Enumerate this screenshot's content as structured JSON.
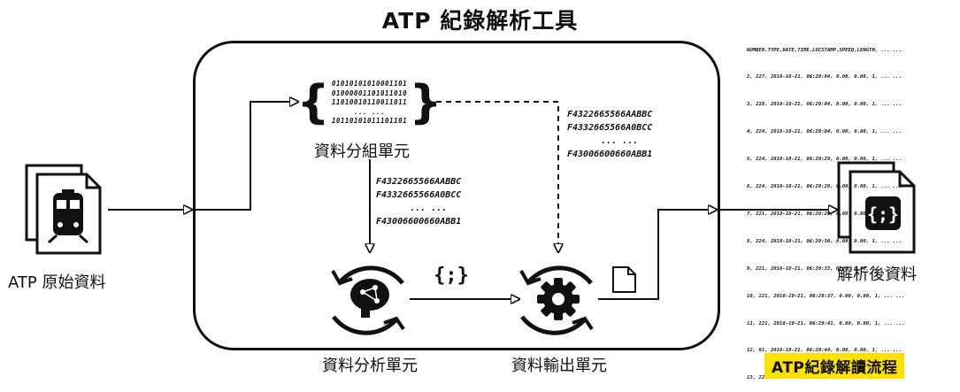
{
  "title": "ATP 紀錄解析工具",
  "nodes": {
    "source": "ATP 原始資料",
    "grouping": "資料分組單元",
    "analysis": "資料分析單元",
    "output": "資料輸出單元",
    "result": "解析後資料"
  },
  "binary_lines": [
    "01010101010001101",
    "01000001101011010",
    "11010010110011011",
    "... ...",
    "10110101011101101"
  ],
  "hex_upper": [
    "F4322665566AABBC",
    "F4332665566A0BCC",
    "... ...",
    "F43006600660ABB1"
  ],
  "hex_middle": [
    "F4322665566AABBC",
    "F4332665566A0BCC",
    "... ...",
    "F43006600660ABB1"
  ],
  "log_lines": [
    "NUMBER,TYPE,DATE,TIME,LOCSTAMP,SPEED,LENGTH, ... ...",
    "2, 227, 2018-10-21, 06:29:04, 0.00, 0.00, 1, ... ...",
    "3, 228, 2018-10-21, 06:29:04, 0.00, 0.00, 1, ... ...",
    "4, 224, 2018-10-21, 06:29:04, 0.00, 0.00, 1, ... ...",
    "5, 224, 2018-10-21, 06:29:29, 0.00, 0.00, 1, ... ...",
    "6, 224, 2018-10-21, 06:29:29, 0.00, 0.00, 1, ... ...",
    "7, 221, 2018-10-21, 06:29:29, 0.00, 0.00, 1, ... ...",
    "8, 224, 2018-10-21, 06:29:30, 0.00, 0.00, 1, ... ...",
    "9, 221, 2018-10-21, 06:29:33, 0.00, 0.00, 1, ... ...",
    "10, 221, 2018-10-21, 06:29:37, 0.00, 0.00, 1, ... ...",
    "11, 221, 2018-10-21, 06:29:41, 0.00, 0.00, 1, ... ...",
    "12, 91, 2018-10-21, 06:29:44, 0.00, 0.00, 1, ... ...",
    "13, 221, 2018-10-21, 06:29:45, 0.00, 0.00, 1, ... ..."
  ],
  "badge": "ATP紀錄解讀流程",
  "colors": {
    "badge_bg": "#ffe100",
    "stroke": "#111111"
  }
}
